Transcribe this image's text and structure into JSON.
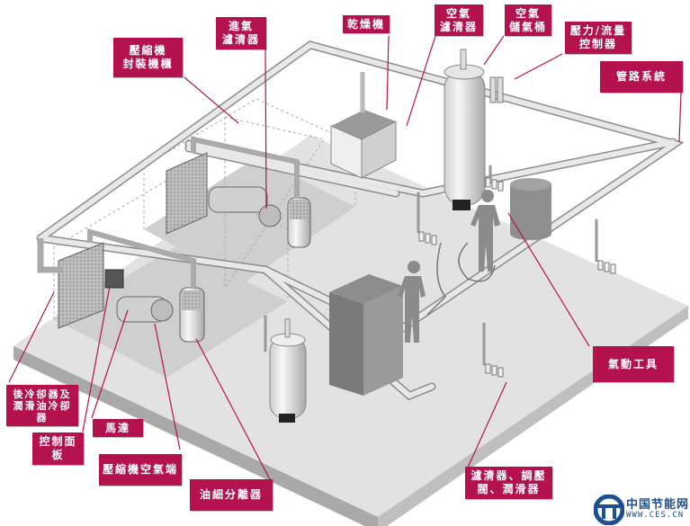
{
  "diagram": {
    "title": "Compressed air system layout",
    "label_color": "#b3124f",
    "labels": {
      "compressor_enclosure": "壓縮機\n封裝機櫃",
      "intake_filter": "進氣\n濾清器",
      "dryer": "乾燥機",
      "air_filter": "空氣\n濾清器",
      "air_receiver": "空氣\n儲氣桶",
      "pressure_flow_controller": "壓力/流量\n控制器",
      "piping_system": "管路系統",
      "pneumatic_tools": "氣動工具",
      "frl": "濾清器、調壓\n閥、潤滑器",
      "aftercooler_oil_cooler": "後冷卻器及\n潤滑油冷卻\n器",
      "motor": "馬達",
      "control_panel": "控制面板",
      "compressor_airend": "壓縮機空氣端",
      "oil_separator": "油細分離器"
    }
  },
  "watermark": {
    "name_cn": "中国节能网",
    "url": "WWW.CES.CN",
    "color": "#1d4f91"
  }
}
